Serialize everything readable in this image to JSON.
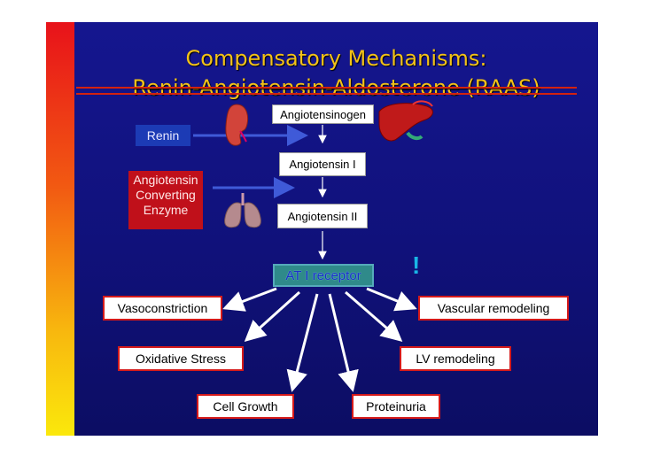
{
  "title": {
    "line1": "Compensatory Mechanisms:",
    "line2": "Renin-Angiotensin-Aldosterone (RAAS)"
  },
  "cascade": {
    "angiotensinogen": "Angiotensinogen",
    "angiotensin1": "Angiotensin I",
    "angiotensin2": "Angiotensin II",
    "receptor": "AT I receptor"
  },
  "enzymes": {
    "renin": "Renin",
    "ace_line1": "Angiotensin",
    "ace_line2": "Converting",
    "ace_line3": "Enzyme"
  },
  "exclamation": "!",
  "effects": {
    "vasoconstriction": "Vasoconstriction",
    "vascular_remodeling": "Vascular remodeling",
    "oxidative_stress": "Oxidative Stress",
    "lv_remodeling": "LV remodeling",
    "cell_growth": "Cell Growth",
    "proteinuria": "Proteinuria"
  },
  "icons": [
    "kidney-icon",
    "liver-icon",
    "lungs-icon"
  ],
  "colors": {
    "background": "#12137f",
    "title": "#f2c218",
    "box_border": "#d51a1a",
    "receptor": "#2f8a8a",
    "ace_box": "#c0101a",
    "renin_box": "#1c3bb5"
  }
}
